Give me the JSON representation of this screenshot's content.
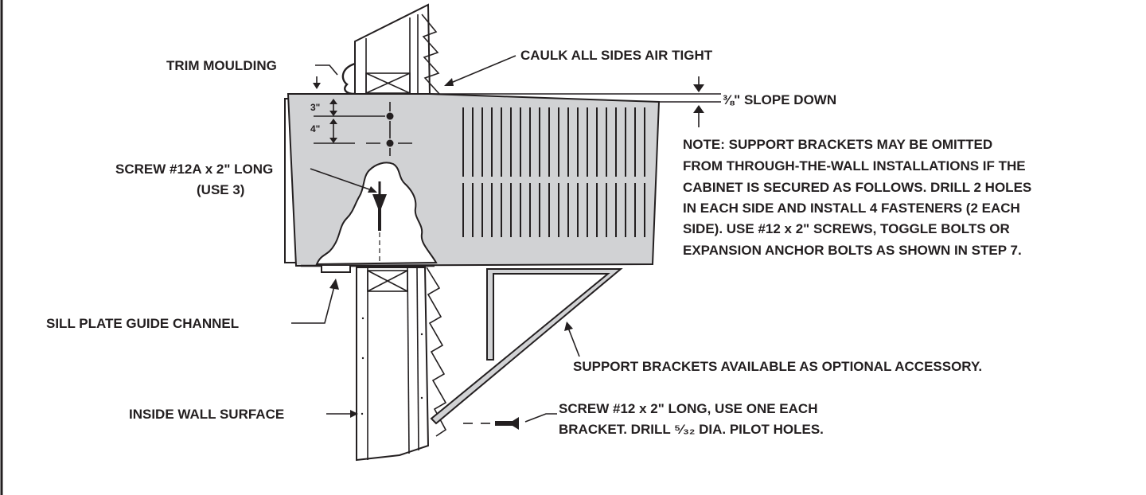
{
  "labels": {
    "trim_moulding": "TRIM MOULDING",
    "caulk": "CAULK ALL SIDES AIR TIGHT",
    "slope": "⅜\" SLOPE DOWN",
    "dim_3": "3\"",
    "dim_4": "4\"",
    "screw_12a_line1": "SCREW #12A x 2\" LONG",
    "screw_12a_line2": "(USE 3)",
    "note_lines": [
      "NOTE:  SUPPORT BRACKETS MAY BE OMITTED",
      "FROM THROUGH-THE-WALL INSTALLATIONS IF THE",
      "CABINET IS SECURED AS FOLLOWS.  DRILL 2 HOLES",
      "IN EACH SIDE AND INSTALL 4 FASTENERS (2 EACH",
      "SIDE).  USE #12 x 2\" SCREWS, TOGGLE BOLTS OR",
      "EXPANSION ANCHOR BOLTS AS SHOWN IN STEP 7."
    ],
    "sill_plate": "SILL PLATE GUIDE CHANNEL",
    "support_brackets": "SUPPORT BRACKETS AVAILABLE AS OPTIONAL ACCESSORY.",
    "inside_wall": "INSIDE WALL SURFACE",
    "screw_12_line1": "SCREW #12 x 2\" LONG, USE ONE EACH",
    "screw_12_line2": "BRACKET.  DRILL ⁵⁄₃₂ DIA. PILOT HOLES."
  },
  "colors": {
    "cabinet_fill": "#d1d2d4",
    "line": "#231f20",
    "background": "#ffffff"
  }
}
